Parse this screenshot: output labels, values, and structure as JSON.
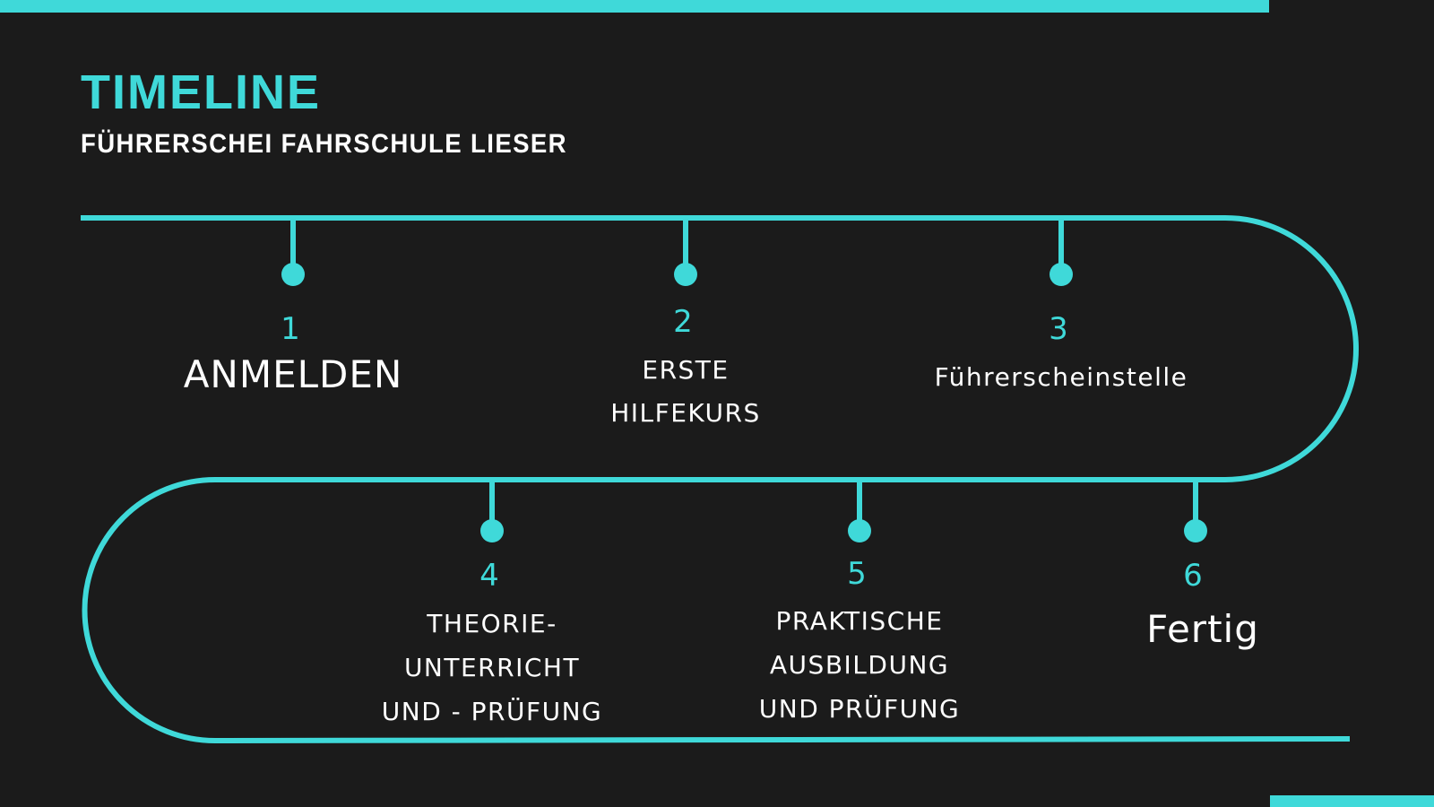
{
  "header": {
    "title": "TIMELINE",
    "subtitle": "FÜHRERSCHEI FAHRSCHULE LIESER"
  },
  "colors": {
    "accent": "#3fd9d9",
    "background": "#1b1b1b",
    "text": "#ffffff"
  },
  "steps": [
    {
      "number": "1",
      "lines": [
        "ANMELDEN"
      ]
    },
    {
      "number": "2",
      "lines": [
        "ERSTE",
        "HILFEKURS"
      ]
    },
    {
      "number": "3",
      "lines": [
        "Führerscheinstelle"
      ]
    },
    {
      "number": "4",
      "lines": [
        "THEORIE-",
        "UNTERRICHT",
        "UND - PRÜFUNG"
      ]
    },
    {
      "number": "5",
      "lines": [
        "PRAKTISCHE",
        "AUSBILDUNG",
        "UND PRÜFUNG"
      ]
    },
    {
      "number": "6",
      "lines": [
        "Fertig"
      ]
    }
  ]
}
